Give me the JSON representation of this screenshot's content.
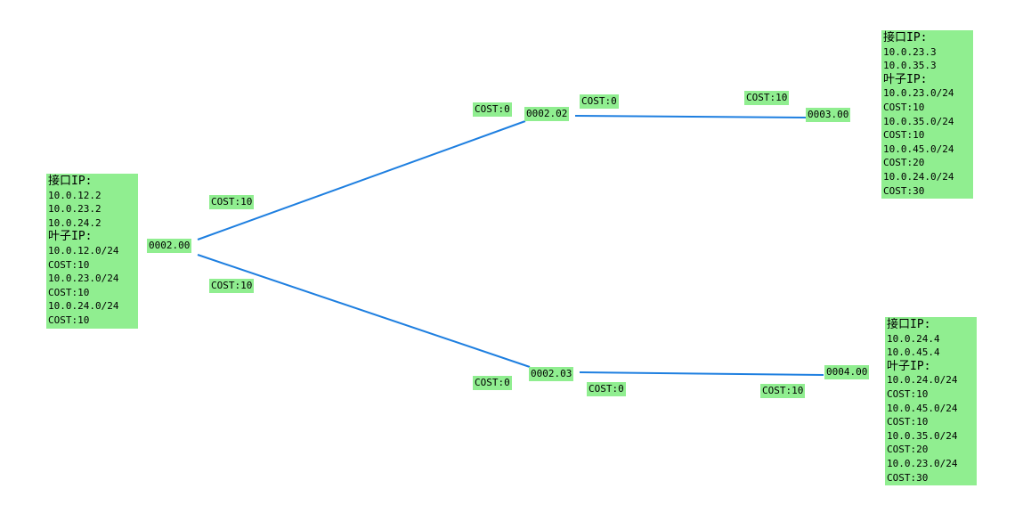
{
  "nodes": {
    "n0002_00": "0002.00",
    "n0002_02": "0002.02",
    "n0002_03": "0002.03",
    "n0003_00": "0003.00",
    "n0004_00": "0004.00"
  },
  "costs": {
    "c00_02": "COST:10",
    "c00_03": "COST:10",
    "c02_left": "COST:0",
    "c02_right": "COST:0",
    "c03_left": "COST:0",
    "c03_right": "COST:0",
    "c0003": "COST:10",
    "c0004": "COST:10"
  },
  "info_left": {
    "iface_title": "接口IP:",
    "iface_ips": [
      "10.0.12.2",
      "10.0.23.2",
      "10.0.24.2"
    ],
    "leaf_title": "叶子IP:",
    "leaves": [
      {
        "net": "10.0.12.0/24",
        "cost": "COST:10"
      },
      {
        "net": "10.0.23.0/24",
        "cost": "COST:10"
      },
      {
        "net": "10.0.24.0/24",
        "cost": "COST:10"
      }
    ]
  },
  "info_top": {
    "iface_title": "接口IP:",
    "iface_ips": [
      "10.0.23.3",
      "10.0.35.3"
    ],
    "leaf_title": "叶子IP:",
    "leaves": [
      {
        "net": "10.0.23.0/24",
        "cost": "COST:10"
      },
      {
        "net": "10.0.35.0/24",
        "cost": "COST:10"
      },
      {
        "net": "10.0.45.0/24",
        "cost": "COST:20"
      },
      {
        "net": "10.0.24.0/24",
        "cost": "COST:30"
      }
    ]
  },
  "info_bottom": {
    "iface_title": "接口IP:",
    "iface_ips": [
      "10.0.24.4",
      "10.0.45.4"
    ],
    "leaf_title": "叶子IP:",
    "leaves": [
      {
        "net": "10.0.24.0/24",
        "cost": "COST:10"
      },
      {
        "net": "10.0.45.0/24",
        "cost": "COST:10"
      },
      {
        "net": "10.0.35.0/24",
        "cost": "COST:20"
      },
      {
        "net": "10.0.23.0/24",
        "cost": "COST:30"
      }
    ]
  }
}
